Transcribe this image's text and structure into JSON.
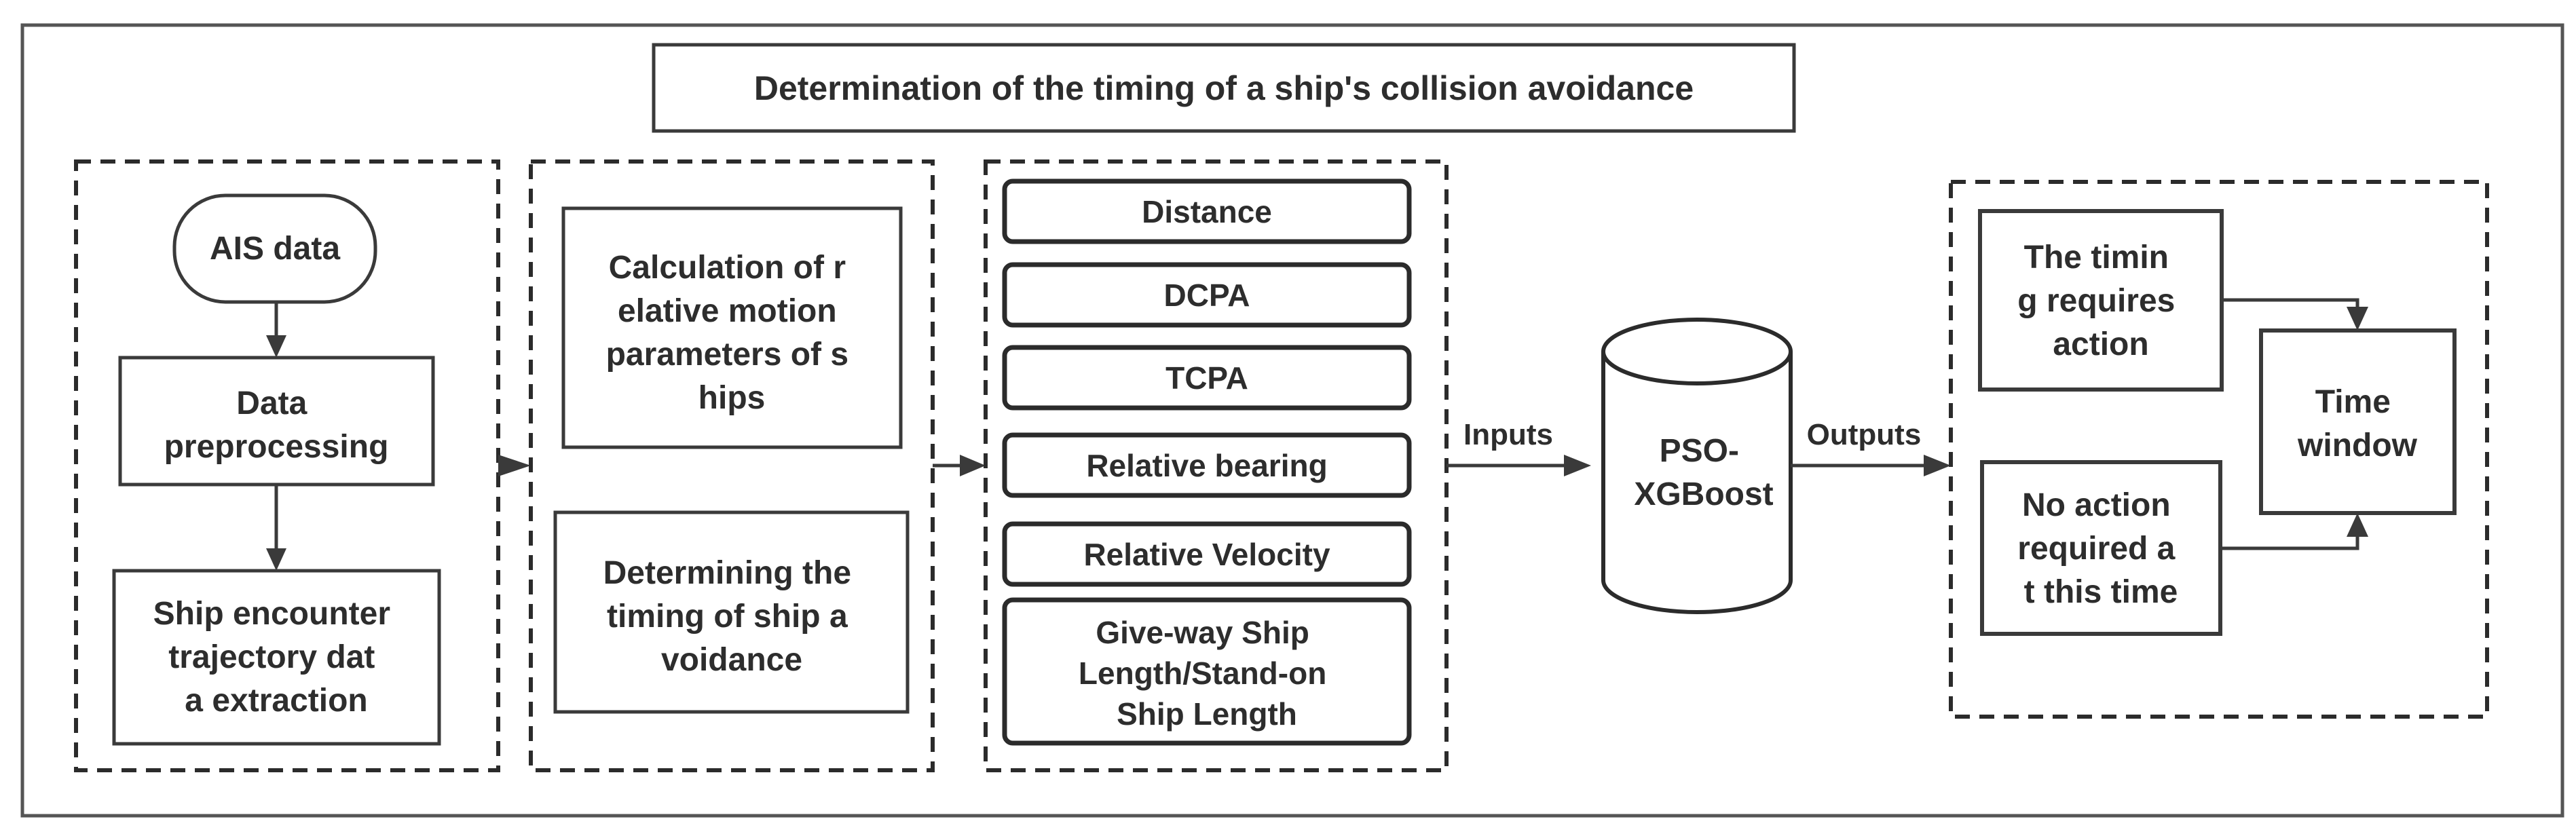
{
  "title": "Determination of the timing of a ship's collision avoidance",
  "stage1": {
    "ais": "AIS data",
    "preprocess": [
      "Data",
      "preprocessing"
    ],
    "extract": [
      "Ship encounter",
      "trajectory dat",
      "a extraction"
    ]
  },
  "stage2": {
    "calc": [
      "Calculation of r",
      "elative motion",
      "parameters of s",
      "hips"
    ],
    "determine": [
      "Determining the",
      "timing of ship a",
      "voidance"
    ]
  },
  "features": {
    "distance": "Distance",
    "dcpa": "DCPA",
    "tcpa": "TCPA",
    "bearing": "Relative bearing",
    "velocity": "Relative Velocity",
    "length_ratio": [
      "Give-way Ship",
      "Length/Stand-on",
      "Ship Length"
    ]
  },
  "labels": {
    "inputs": "Inputs",
    "outputs": "Outputs"
  },
  "model": [
    "PSO-",
    "XGBoost"
  ],
  "results": {
    "requires": [
      "The timin",
      "g requires",
      "action"
    ],
    "no_action": [
      "No action",
      "required a",
      "t this time"
    ],
    "window": [
      "Time",
      "window"
    ]
  }
}
